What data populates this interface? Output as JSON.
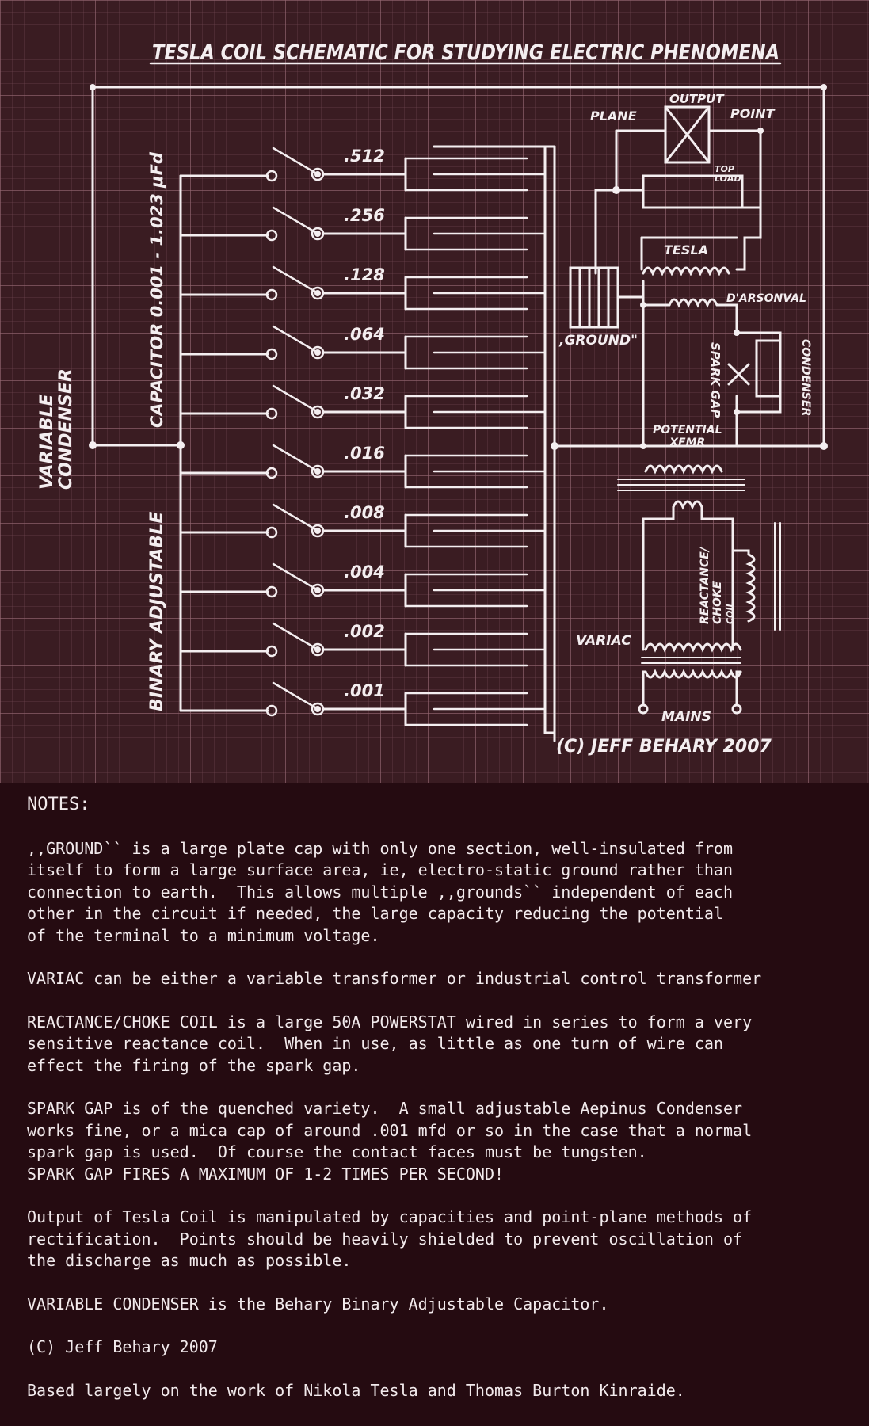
{
  "diagram": {
    "title": "TESLA COIL SCHEMATIC FOR STUDYING ELECTRIC PHENOMENA",
    "left_labels": {
      "variable_condenser": [
        "VARIABLE",
        "CONDENSER"
      ],
      "capacitor_range": "CAPACITOR 0.001 - 1.023 μFd",
      "binary_adjustable": "BINARY ADJUSTABLE"
    },
    "capacitor_values": [
      ".512",
      ".256",
      ".128",
      ".064",
      ".032",
      ".016",
      ".008",
      ".004",
      ".002",
      ".001"
    ],
    "components": {
      "output": "OUTPUT",
      "plane": "PLANE",
      "point": "POINT",
      "top_load": [
        "TOP",
        "LOAD"
      ],
      "tesla": "TESLA",
      "darsonval": "D'ARSONVAL",
      "ground": ",GROUND\"",
      "spark_gap": "SPARK GAP",
      "condenser": "CONDENSER",
      "potential_xfmr": [
        "POTENTIAL",
        "XFMR"
      ],
      "reactance_choke": [
        "REACTANCE/",
        "CHOKE",
        "COIL"
      ],
      "variac": "VARIAC",
      "mains": "MAINS"
    },
    "copyright": "(C) JEFF BEHARY 2007"
  },
  "notes": {
    "title": "NOTES:",
    "paragraphs": [
      ",,GROUND`` is a large plate cap with only one section, well-insulated from\nitself to form a large surface area, ie, electro-static ground rather than\nconnection to earth.  This allows multiple ,,grounds`` independent of each\nother in the circuit if needed, the large capacity reducing the potential\nof the terminal to a minimum voltage.",
      "VARIAC can be either a variable transformer or industrial control transformer",
      "REACTANCE/CHOKE COIL is a large 50A POWERSTAT wired in series to form a very\nsensitive reactance coil.  When in use, as little as one turn of wire can\neffect the firing of the spark gap.",
      "SPARK GAP is of the quenched variety.  A small adjustable Aepinus Condenser\nworks fine, or a mica cap of around .001 mfd or so in the case that a normal\nspark gap is used.  Of course the contact faces must be tungsten.\nSPARK GAP FIRES A MAXIMUM OF 1-2 TIMES PER SECOND!",
      "Output of Tesla Coil is manipulated by capacities and point-plane methods of\nrectification.  Points should be heavily shielded to prevent oscillation of\nthe discharge as much as possible.",
      "VARIABLE CONDENSER is the Behary Binary Adjustable Capacitor.",
      "(C) Jeff Behary 2007",
      "Based largely on the work of Nikola Tesla and Thomas Burton Kinraide."
    ]
  }
}
